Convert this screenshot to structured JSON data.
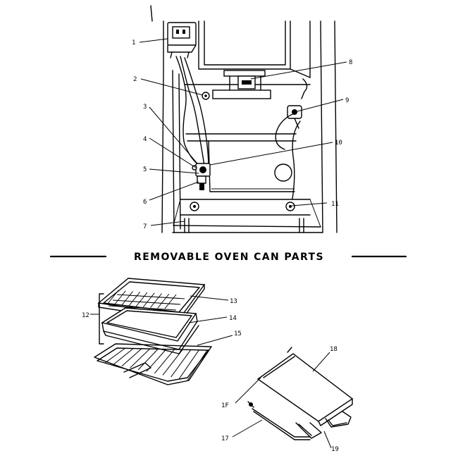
{
  "section_heading": "REMOVABLE OVEN CAN PARTS",
  "callouts": {
    "c1": "1",
    "c2": "2",
    "c3": "3",
    "c4": "4",
    "c5": "5",
    "c6": "6",
    "c7": "7",
    "c8": "8",
    "c9": "9",
    "c10": "10",
    "c11": "11",
    "c12": "12",
    "c13": "13",
    "c14": "14",
    "c15": "15",
    "c16": "1F",
    "c17": "17",
    "c18": "18",
    "c19": "19"
  }
}
